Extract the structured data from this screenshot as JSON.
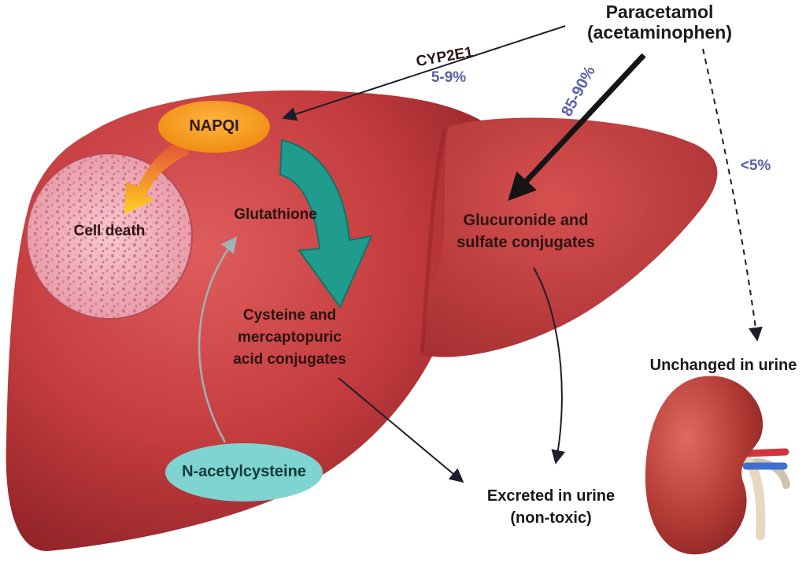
{
  "diagram": {
    "drug": {
      "line1": "Paracetamol",
      "line2": "(acetaminophen)"
    },
    "enzyme": "CYP2E1",
    "percentages": {
      "cyp_pathway": "5-9%",
      "conjugation_pathway": "85-90%",
      "unchanged": "<5%"
    },
    "nodes": {
      "napqi": "NAPQI",
      "cell_death": "Cell death",
      "glutathione": "Glutathione",
      "cysteine": [
        "Cysteine and",
        "mercaptopuric",
        "acid conjugates"
      ],
      "glucuronide": [
        "Glucuronide and",
        "sulfate conjugates"
      ],
      "nac": "N-acetylcysteine",
      "excreted": [
        "Excreted in urine",
        "(non-toxic)"
      ],
      "unchanged": "Unchanged in urine"
    },
    "colors": {
      "liver": "#bd3a3c",
      "napqi": "#f39a1a",
      "glutathione_arrow": "#1e9a8c",
      "nac": "#7fd3d0",
      "percent_text": "#5b5fa8"
    }
  }
}
